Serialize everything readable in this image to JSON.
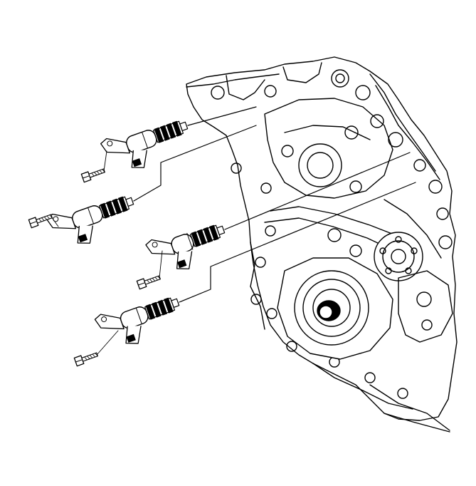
{
  "figure": {
    "kind": "exploded-view line illustration",
    "palette": {
      "ink": "#000000",
      "paper": "#ffffff"
    },
    "components": [
      {
        "id": "engine-front-cover",
        "count": 1
      },
      {
        "id": "camshaft-position-actuator-solenoid-valve",
        "count": 4
      },
      {
        "id": "mounting-bolt",
        "count": 4
      },
      {
        "id": "installation-leader-line",
        "count": 4
      }
    ]
  }
}
